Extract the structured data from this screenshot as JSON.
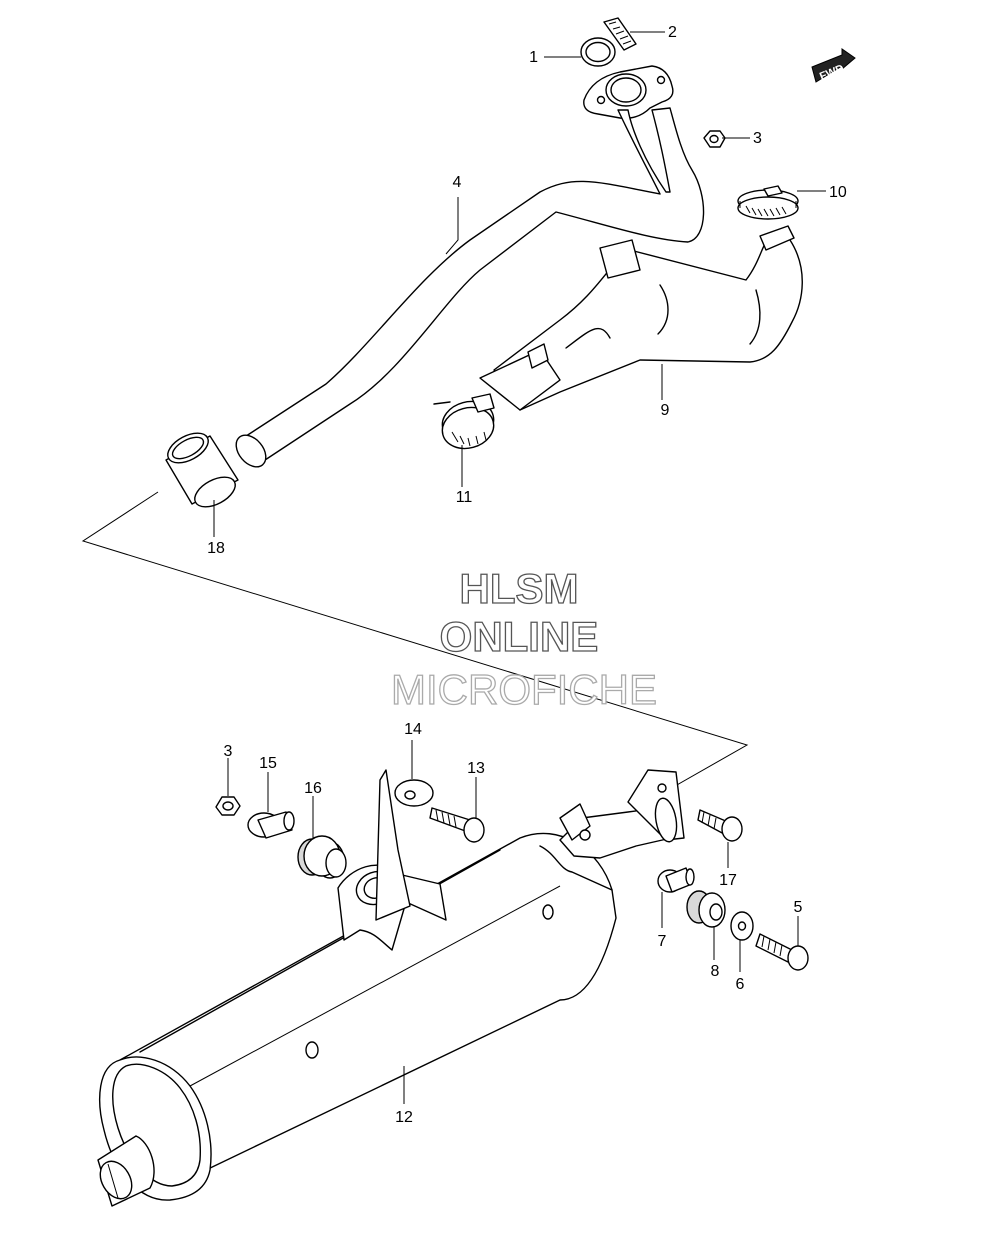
{
  "watermark": {
    "line1": "HLSM",
    "line2": "ONLINE",
    "line3": "MICROFICHE"
  },
  "direction_tag": "FWD",
  "callouts": [
    "1",
    "2",
    "3",
    "4",
    "10",
    "9",
    "11",
    "18",
    "3",
    "15",
    "16",
    "14",
    "13",
    "17",
    "5",
    "7",
    "8",
    "6",
    "12"
  ]
}
